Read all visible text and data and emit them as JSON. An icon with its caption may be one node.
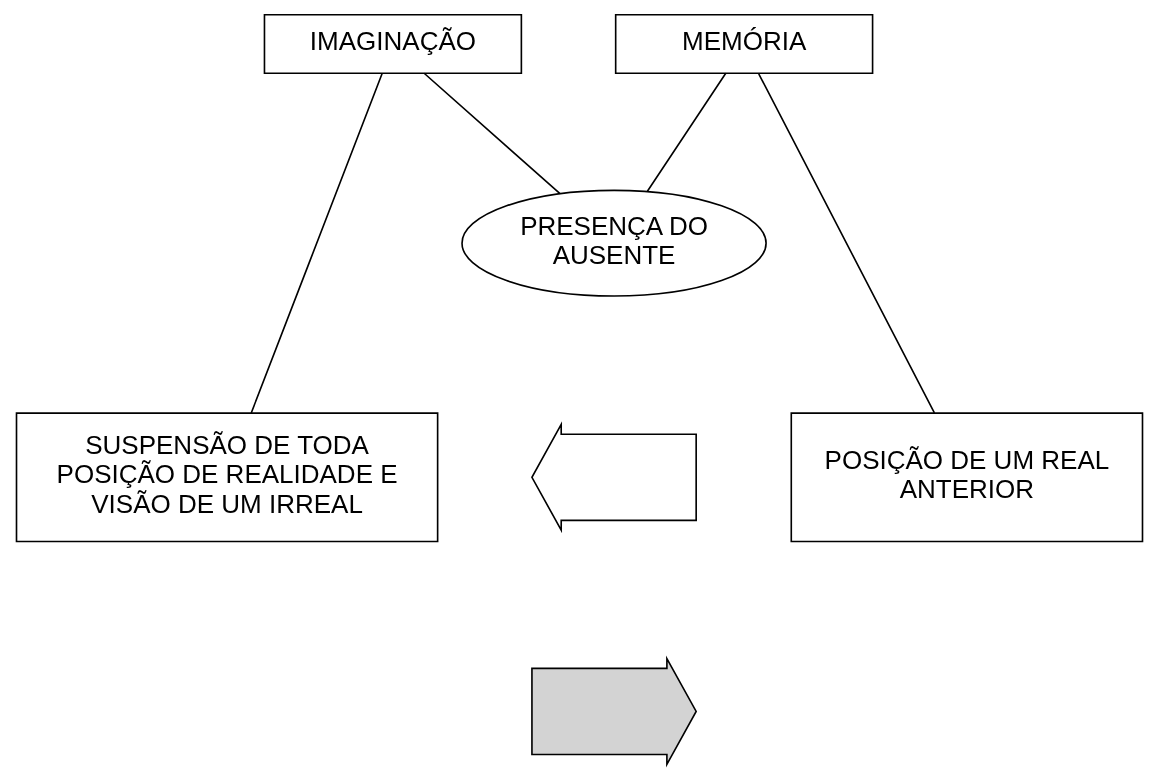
{
  "diagram": {
    "nodes": [
      {
        "text": [
          "IMAGINAÇÃO"
        ]
      },
      {
        "text": [
          "MEMÓRIA"
        ]
      },
      {
        "text": [
          "PRESENÇA DO AUSENTE"
        ]
      },
      {
        "text": [
          "SUSPENSÃO DE TODA POSIÇÃO DE REALIDADE E VISÃO DE UM IRREAL"
        ]
      },
      {
        "text": [
          "POSIÇÃO DE UM REAL ANTERIOR"
        ]
      },
      {
        "text": [],
        "shape": "arrow"
      },
      {
        "text": [],
        "shape": "arrow"
      }
    ],
    "edges": [
      {
        "from": 0,
        "to": 3,
        "arrow": "none"
      },
      {
        "from": 0,
        "to": 2,
        "arrow": "none"
      },
      {
        "from": 1,
        "to": 2,
        "arrow": "none"
      },
      {
        "from": 1,
        "to": 4,
        "arrow": "none"
      }
    ]
  }
}
